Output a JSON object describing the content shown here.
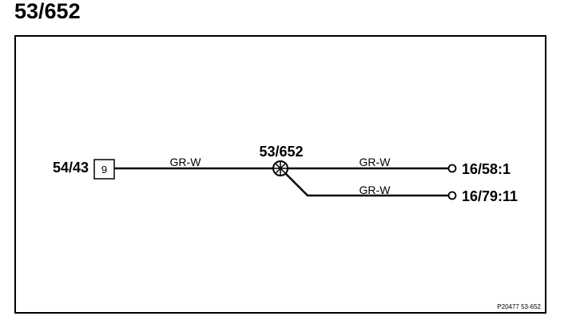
{
  "title": "53/652",
  "diagram": {
    "source_connector": {
      "label": "54/43",
      "pin": "9"
    },
    "splice": {
      "label": "53/652"
    },
    "wires": [
      {
        "color_code": "GR-W"
      },
      {
        "color_code": "GR-W"
      },
      {
        "color_code": "GR-W"
      }
    ],
    "terminals": [
      {
        "label": "16/58:1"
      },
      {
        "label": "16/79:11"
      }
    ],
    "reference": "P20477  53-652"
  }
}
